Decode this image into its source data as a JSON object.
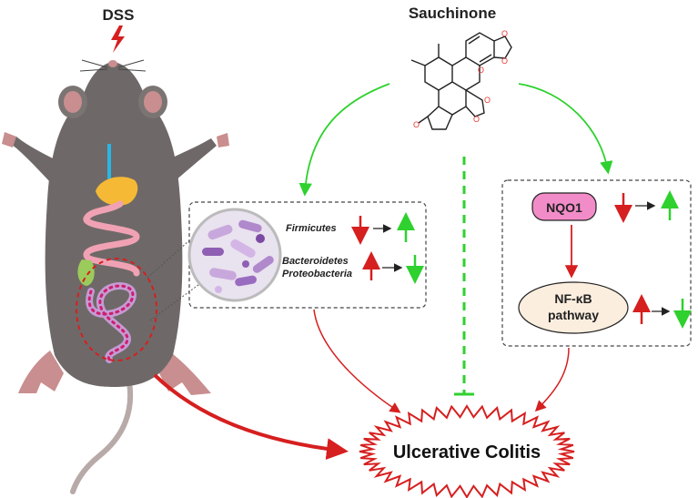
{
  "labels": {
    "dss": "DSS",
    "sauchinone": "Sauchinone",
    "firmicutes": "Firmicutes",
    "bacteroidetes": "Bacteroidetes",
    "proteobacteria": "Proteobacteria",
    "nqo1": "NQO1",
    "nfkb_line1": "NF-κB",
    "nfkb_line2": "pathway",
    "outcome": "Ulcerative Colitis"
  },
  "colors": {
    "red": "#d61f1f",
    "green": "#2ed12e",
    "pink": "#f28cc8",
    "cream": "#fbeede",
    "mouse": "#6e6968",
    "ear": "#c98e8f"
  },
  "icons": {
    "lightning": "lightning-bolt-icon"
  }
}
